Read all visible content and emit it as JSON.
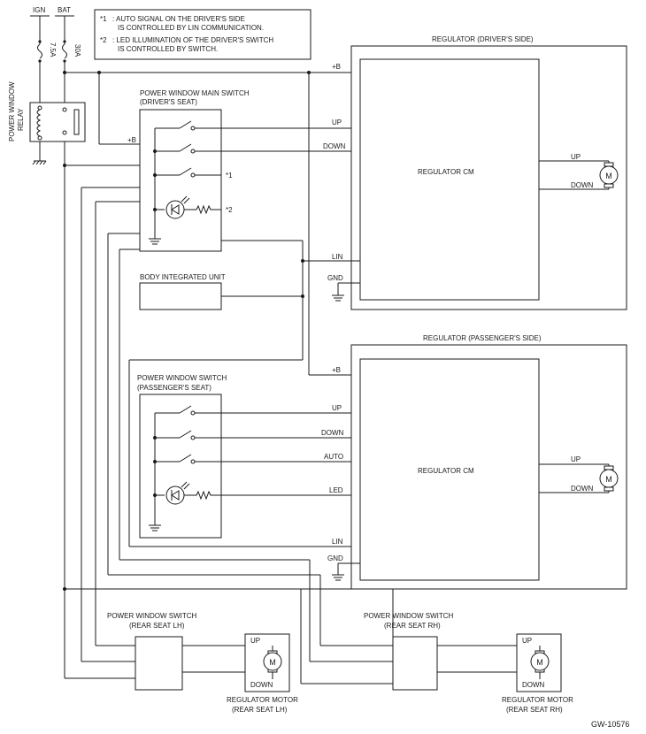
{
  "notes": {
    "n1_mark": "*1",
    "n1_line1": ": AUTO SIGNAL ON THE DRIVER'S SIDE",
    "n1_line2": "IS CONTROLLED BY LIN COMMUNICATION.",
    "n2_mark": "*2",
    "n2_line1": ": LED ILLUMINATION OF THE DRIVER'S SWITCH",
    "n2_line2": "IS CONTROLLED BY SWITCH."
  },
  "power": {
    "ign_label": "IGN",
    "bat_label": "BAT",
    "fuse_ign": "7.5A",
    "fuse_bat": "30A",
    "relay_label_1": "POWER WINDOW",
    "relay_label_2": "RELAY"
  },
  "main_switch": {
    "title_1": "POWER WINDOW MAIN SWITCH",
    "title_2": "(DRIVER'S SEAT)",
    "plus_b": "+B",
    "mark1": "*1",
    "mark2": "*2"
  },
  "body_unit": {
    "title": "BODY INTEGRATED UNIT"
  },
  "driver_regulator": {
    "title": "REGULATOR (DRIVER'S SIDE)",
    "cm_label": "REGULATOR CM",
    "pin_b": "+B",
    "pin_up": "UP",
    "pin_down": "DOWN",
    "pin_lin": "LIN",
    "pin_gnd": "GND",
    "motor_up": "UP",
    "motor_down": "DOWN",
    "motor_symbol": "M"
  },
  "passenger_switch": {
    "title_1": "POWER WINDOW SWITCH",
    "title_2": "(PASSENGER'S SEAT)"
  },
  "passenger_regulator": {
    "title": "REGULATOR (PASSENGER'S SIDE)",
    "cm_label": "REGULATOR CM",
    "pin_b": "+B",
    "pin_up": "UP",
    "pin_down": "DOWN",
    "pin_auto": "AUTO",
    "pin_led": "LED",
    "pin_lin": "LIN",
    "pin_gnd": "GND",
    "motor_up": "UP",
    "motor_down": "DOWN",
    "motor_symbol": "M"
  },
  "rear_lh": {
    "switch_title_1": "POWER WINDOW SWITCH",
    "switch_title_2": "(REAR SEAT LH)",
    "motor_title_1": "REGULATOR MOTOR",
    "motor_title_2": "(REAR SEAT LH)",
    "up": "UP",
    "down": "DOWN",
    "motor_symbol": "M"
  },
  "rear_rh": {
    "switch_title_1": "POWER WINDOW SWITCH",
    "switch_title_2": "(REAR SEAT RH)",
    "motor_title_1": "REGULATOR MOTOR",
    "motor_title_2": "(REAR SEAT RH)",
    "up": "UP",
    "down": "DOWN",
    "motor_symbol": "M"
  },
  "figure_id": "GW-10576"
}
